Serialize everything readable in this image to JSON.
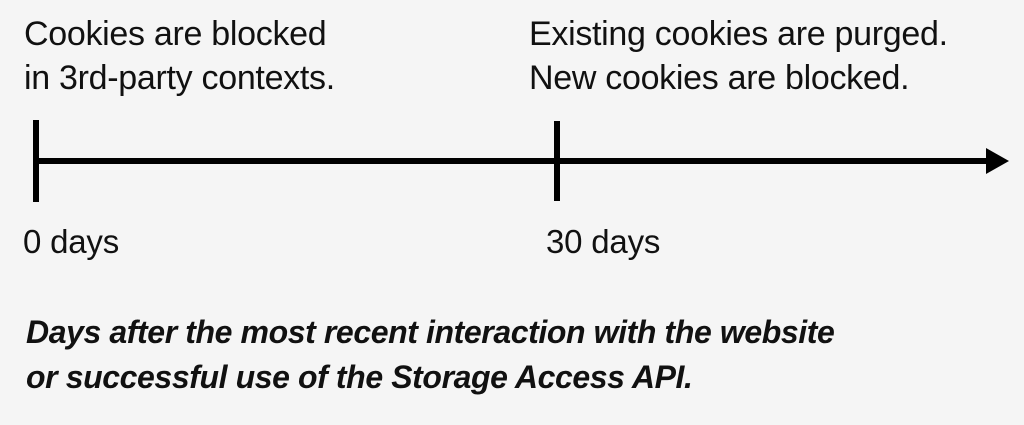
{
  "diagram": {
    "type": "timeline",
    "background_color": "#f5f5f5",
    "line_color": "#000000",
    "text_color": "#111111",
    "annotations": {
      "start": {
        "line1": "Cookies are blocked",
        "line2": "in 3rd-party contexts."
      },
      "expiry": {
        "line1": "Existing cookies are purged.",
        "line2": "New cookies are blocked."
      }
    },
    "axis": {
      "arrow_direction": "right",
      "ticks": [
        {
          "label": "0 days",
          "value": 0
        },
        {
          "label": "30 days",
          "value": 30
        }
      ]
    },
    "caption": {
      "line1": "Days after the most recent interaction with the website",
      "line2": "or successful use of the Storage Access API."
    }
  }
}
